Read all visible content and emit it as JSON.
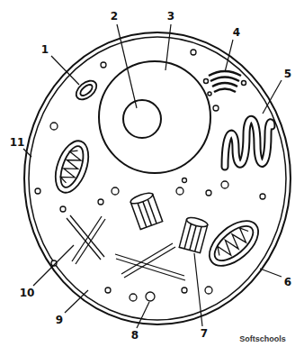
{
  "diagram": {
    "labels": [
      "1",
      "2",
      "3",
      "4",
      "5",
      "6",
      "7",
      "8",
      "9",
      "10",
      "11",
      "Softschools"
    ]
  }
}
